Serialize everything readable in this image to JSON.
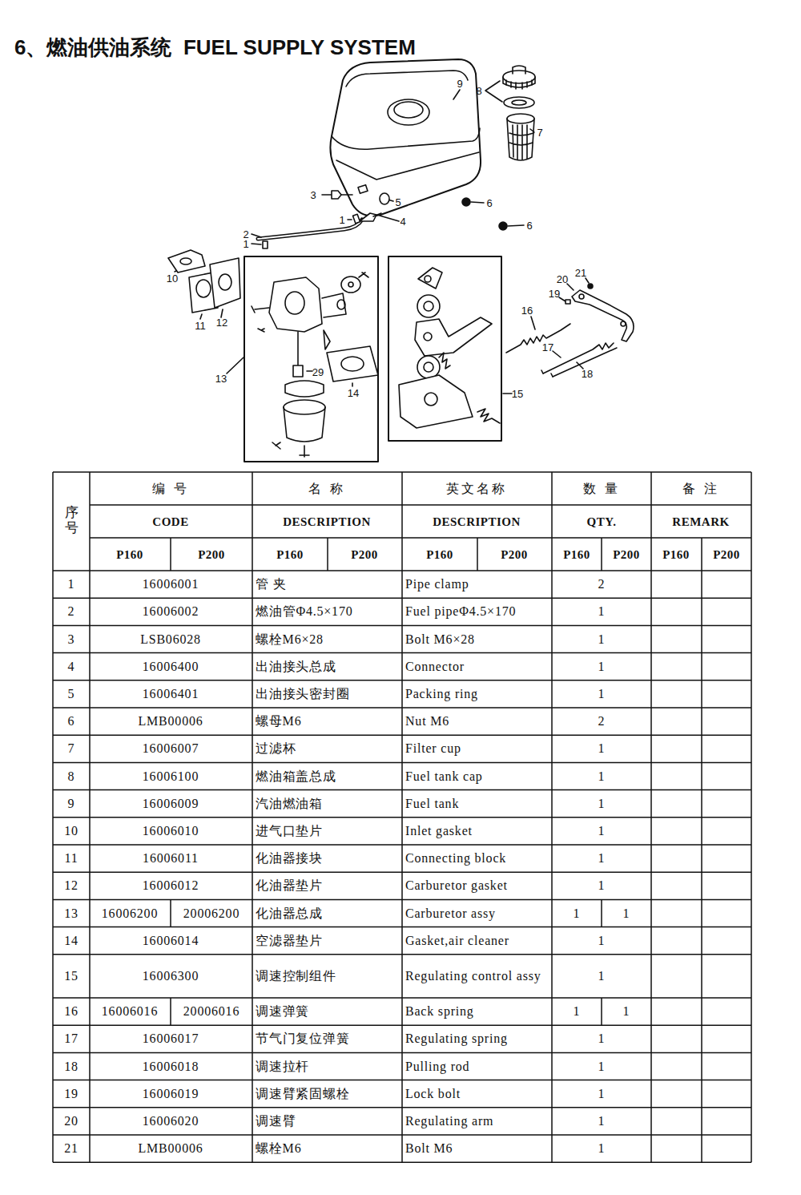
{
  "diagram": {
    "title": "6、燃油供油系统  FUEL SUPPLY SYSTEM",
    "labels": [
      "9",
      "8",
      "7",
      "3",
      "5",
      "6",
      "1",
      "4",
      "6",
      "2",
      "1",
      "10",
      "11",
      "12",
      "13",
      "29",
      "14",
      "15",
      "16",
      "20",
      "21",
      "19",
      "17",
      "18",
      "序号",
      "编 号",
      "名 称",
      "英文名称",
      "数 量",
      "备 注",
      "CODE",
      "DESCRIPTION",
      "DESCRIPTION",
      "QTY.",
      "REMARK",
      "P160",
      "P200",
      "P160",
      "P200",
      "P160",
      "P200",
      "P160",
      "P200",
      "P160",
      "P200",
      "1",
      "16006001",
      "管 夹",
      "Pipe clamp",
      "2",
      "2",
      "16006002",
      "燃油管Φ4.5×170",
      "Fuel pipeΦ4.5×170",
      "1",
      "3",
      "LSB06028",
      "螺栓M6×28",
      "Bolt M6×28",
      "1",
      "4",
      "16006400",
      "出油接头总成",
      "Connector",
      "1",
      "5",
      "16006401",
      "出油接头密封圈",
      "Packing ring",
      "1",
      "6",
      "LMB00006",
      "螺母M6",
      "Nut M6",
      "2",
      "7",
      "16006007",
      "过滤杯",
      "Filter cup",
      "1",
      "8",
      "16006100",
      "燃油箱盖总成",
      "Fuel tank cap",
      "1",
      "9",
      "16006009",
      "汽油燃油箱",
      "Fuel tank",
      "1",
      "10",
      "16006010",
      "进气口垫片",
      "Inlet gasket",
      "1",
      "11",
      "16006011",
      "化油器接块",
      "Connecting block",
      "1",
      "12",
      "16006012",
      "化油器垫片",
      "Carburetor gasket",
      "1",
      "13",
      "16006200",
      "20006200",
      "化油器总成",
      "Carburetor assy",
      "1",
      "1",
      "14",
      "16006014",
      "空滤器垫片",
      "Gasket,air cleaner",
      "1",
      "15",
      "16006300",
      "调速控制组件",
      "Regulating control assy",
      "1",
      "16",
      "16006016",
      "20006016",
      "调速弹簧",
      "Back spring",
      "1",
      "1",
      "17",
      "16006017",
      "节气门复位弹簧",
      "Regulating spring",
      "1",
      "18",
      "16006018",
      "调速拉杆",
      "Pulling rod",
      "1",
      "19",
      "16006019",
      "调速臂紧固螺栓",
      "Lock bolt",
      "1",
      "20",
      "16006020",
      "调速臂",
      "Regulating arm",
      "1",
      "21",
      "LMB00006",
      "螺栓M6",
      "Bolt M6",
      "1"
    ]
  }
}
